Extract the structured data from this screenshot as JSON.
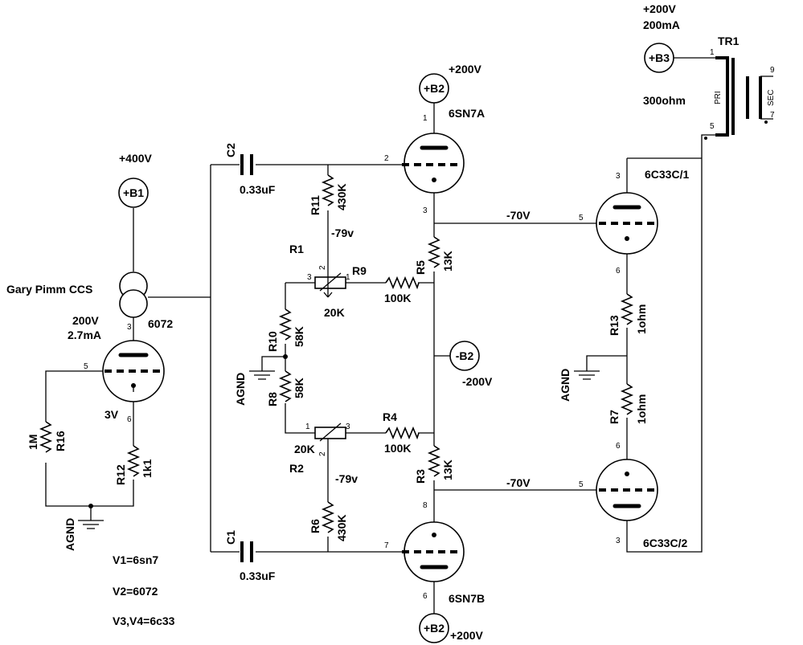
{
  "rails": {
    "b1": {
      "node": "+B1",
      "voltage": "+400V"
    },
    "b2_top": {
      "node": "+B2",
      "voltage": "+200V"
    },
    "b2_bottom": {
      "node": "+B2",
      "voltage": "+200V"
    },
    "b3": {
      "node": "+B3",
      "voltage": "+200V",
      "current": "200mA"
    },
    "neg_b2": {
      "node": "-B2",
      "voltage": "-200V"
    }
  },
  "ccs": {
    "name": "Gary Pimm CCS",
    "tube": "6072",
    "operating": "200V",
    "current": "2.7mA",
    "cathode_voltage": "3V"
  },
  "tubes": {
    "v1a": "6SN7A",
    "v1b": "6SN7B",
    "v3": "6C33C/1",
    "v4": "6C33C/2"
  },
  "transformer": {
    "ref": "TR1",
    "primary": "PRI",
    "secondary": "SEC",
    "impedance": "300ohm"
  },
  "capacitors": {
    "c1": {
      "ref": "C1",
      "value": "0.33uF"
    },
    "c2": {
      "ref": "C2",
      "value": "0.33uF"
    }
  },
  "resistors": {
    "r3": {
      "ref": "R3",
      "value": "13K"
    },
    "r4": {
      "ref": "R4",
      "value": "100K"
    },
    "r5": {
      "ref": "R5",
      "value": "13K"
    },
    "r6": {
      "ref": "R6",
      "value": "430K"
    },
    "r7": {
      "ref": "R7",
      "value": "1ohm"
    },
    "r8": {
      "ref": "R8",
      "value": "58K"
    },
    "r9": {
      "ref": "R9",
      "value": "100K"
    },
    "r10": {
      "ref": "R10",
      "value": "58K"
    },
    "r11": {
      "ref": "R11",
      "value": "430K"
    },
    "r12": {
      "ref": "R12",
      "value": "1k1"
    },
    "r13": {
      "ref": "R13",
      "value": "1ohm"
    },
    "r16": {
      "ref": "R16",
      "value": "1M"
    }
  },
  "pots": {
    "r1": {
      "ref": "R1",
      "value": "20K"
    },
    "r2": {
      "ref": "R2",
      "value": "20K"
    }
  },
  "voltages": {
    "grid_top": "-79v",
    "grid_bottom": "-79v",
    "bias_top": "-70V",
    "bias_bottom": "-70V"
  },
  "grounds": {
    "label": "AGND"
  },
  "pins": {
    "p1": "1",
    "p2": "2",
    "p3": "3",
    "p5": "5",
    "p6": "6",
    "p7": "7",
    "p8": "8",
    "p9": "9"
  },
  "notes": [
    "V1=6sn7",
    "V2=6072",
    "V3,V4=6c33"
  ]
}
